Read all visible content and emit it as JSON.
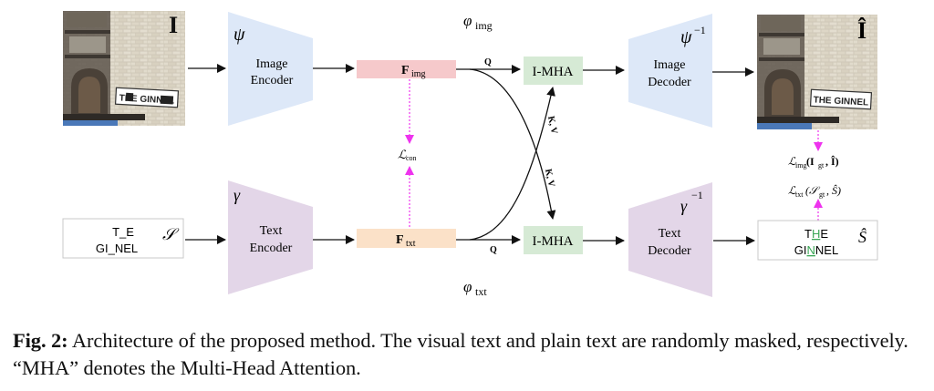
{
  "figure": {
    "image_input": {
      "symbol": "I",
      "sign_text": "THE GINNEL",
      "masked": true
    },
    "image_encoder": {
      "symbol": "ψ",
      "label_line1": "Image",
      "label_line2": "Encoder"
    },
    "image_decoder": {
      "symbol": "ψ",
      "symbol_sup": "−1",
      "label_line1": "Image",
      "label_line2": "Decoder"
    },
    "image_output": {
      "symbol": "Î",
      "sign_text": "THE GINNEL"
    },
    "text_input": {
      "line1": "T_E",
      "line2": "GI_NEL",
      "symbol": "𝒮"
    },
    "text_encoder": {
      "symbol": "γ",
      "label_line1": "Text",
      "label_line2": "Encoder"
    },
    "text_decoder": {
      "symbol": "γ",
      "symbol_sup": "−1",
      "label_line1": "Text",
      "label_line2": "Decoder"
    },
    "text_output": {
      "line1_parts": [
        "T",
        "H",
        "E"
      ],
      "line2_parts": [
        "GI",
        "N",
        "NEL"
      ],
      "symbol": "Ŝ",
      "highlight_color": "#3aa655"
    },
    "feature_img": {
      "main": "F",
      "sub": "img",
      "color": "#f6c9cb"
    },
    "feature_txt": {
      "main": "F",
      "sub": "txt",
      "color": "#fbe1c8"
    },
    "phi_img": {
      "main": "φ",
      "sub": "img"
    },
    "phi_txt": {
      "main": "φ",
      "sub": "txt"
    },
    "mha_top": {
      "label": "I-MHA",
      "color": "#d6ead5"
    },
    "mha_bottom": {
      "label": "I-MHA",
      "color": "#d6ead5"
    },
    "q_label": "Q",
    "kv_label": "K, V",
    "loss_con": {
      "main": "ℒ",
      "sub": "con"
    },
    "loss_img": {
      "main": "ℒ",
      "sub": "img",
      "args": "(I",
      "args_sub": "gt",
      "args_tail": ", Î)"
    },
    "loss_txt": {
      "main": "ℒ",
      "sub": "txt",
      "args": "(𝒮",
      "args_sub": "gt",
      "args_tail": ", Ŝ)"
    },
    "colors": {
      "encoder_img": "#dde8f8",
      "encoder_txt": "#e3d6e8",
      "loss_arrow": "#ee33ee"
    }
  },
  "caption": {
    "label": "Fig. 2:",
    "text": " Architecture of the proposed method. The visual text and plain text are randomly masked, respectively. “MHA” denotes the Multi-Head Attention."
  }
}
